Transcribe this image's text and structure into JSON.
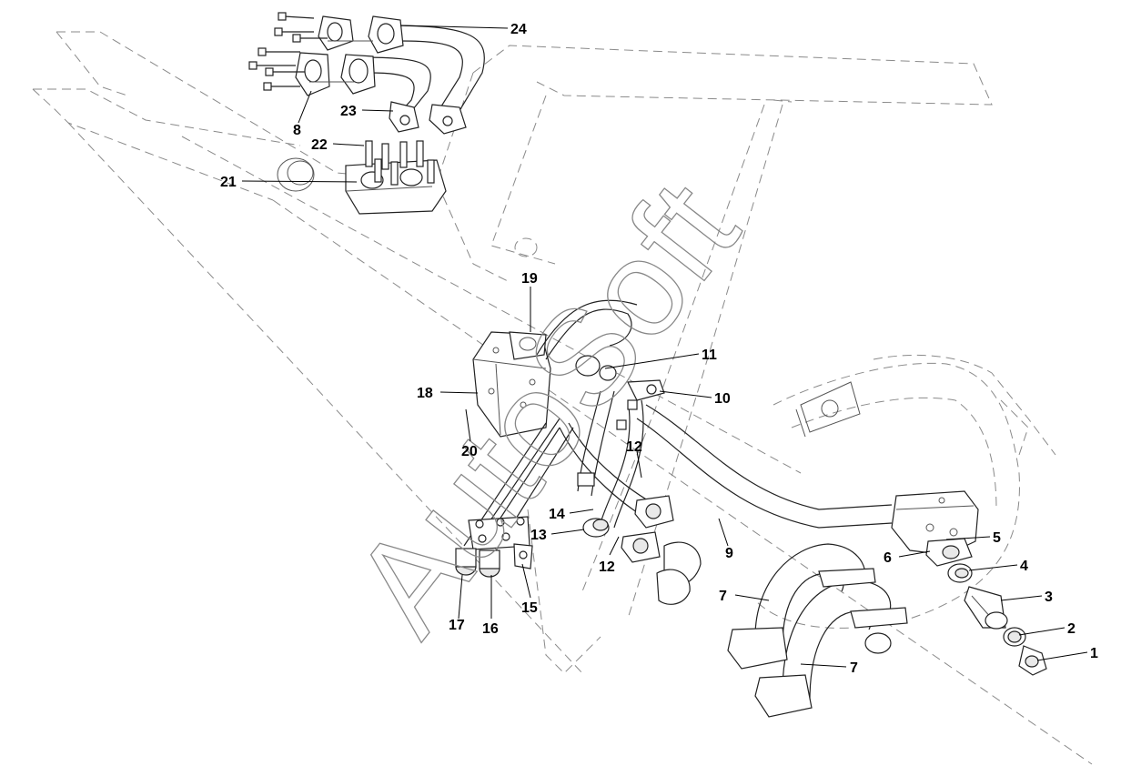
{
  "watermark": "AutoSoft",
  "callouts": [
    {
      "id": "c1",
      "text": "1"
    },
    {
      "id": "c2",
      "text": "2"
    },
    {
      "id": "c3",
      "text": "3"
    },
    {
      "id": "c4",
      "text": "4"
    },
    {
      "id": "c5",
      "text": "5"
    },
    {
      "id": "c6",
      "text": "6"
    },
    {
      "id": "c7a",
      "text": "7"
    },
    {
      "id": "c7b",
      "text": "7"
    },
    {
      "id": "c8",
      "text": "8"
    },
    {
      "id": "c9",
      "text": "9"
    },
    {
      "id": "c10",
      "text": "10"
    },
    {
      "id": "c11",
      "text": "11"
    },
    {
      "id": "c12a",
      "text": "12"
    },
    {
      "id": "c12b",
      "text": "12"
    },
    {
      "id": "c13",
      "text": "13"
    },
    {
      "id": "c14",
      "text": "14"
    },
    {
      "id": "c15",
      "text": "15"
    },
    {
      "id": "c16",
      "text": "16"
    },
    {
      "id": "c17",
      "text": "17"
    },
    {
      "id": "c18",
      "text": "18"
    },
    {
      "id": "c19",
      "text": "19"
    },
    {
      "id": "c20",
      "text": "20"
    },
    {
      "id": "c21",
      "text": "21"
    },
    {
      "id": "c22",
      "text": "22"
    },
    {
      "id": "c23",
      "text": "23"
    },
    {
      "id": "c24",
      "text": "24"
    }
  ]
}
